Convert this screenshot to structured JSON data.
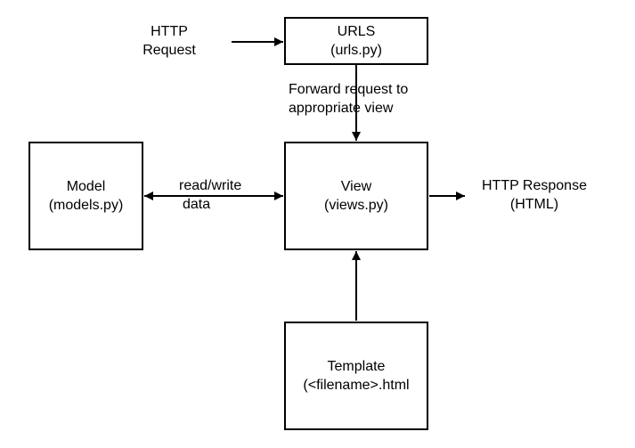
{
  "nodes": {
    "urls": {
      "title": "URLS",
      "file": "(urls.py)"
    },
    "view": {
      "title": "View",
      "file": "(views.py)"
    },
    "model": {
      "title": "Model",
      "file": "(models.py)"
    },
    "template": {
      "title": "Template",
      "file": "(<filename>.html"
    }
  },
  "edges": {
    "http_request": {
      "line1": "HTTP",
      "line2": "Request"
    },
    "forward": {
      "line1": "Forward request to",
      "line2": "appropriate view"
    },
    "read_write": {
      "line1": "read/write",
      "line2": "data"
    },
    "http_response": {
      "line1": "HTTP Response",
      "line2": "(HTML)"
    }
  },
  "colors": {
    "stroke": "#000000",
    "background": "#ffffff"
  }
}
